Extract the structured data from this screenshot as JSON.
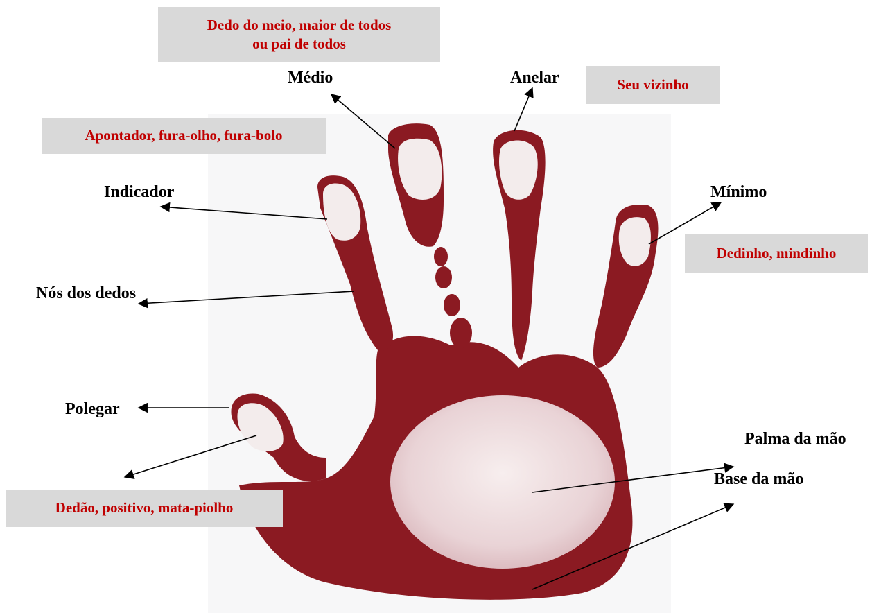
{
  "labels": {
    "medio": "Médio",
    "anelar": "Anelar",
    "indicador": "Indicador",
    "minimo": "Mínimo",
    "nos_dos_dedos": "Nós dos dedos",
    "polegar": "Polegar",
    "palma_da_mao": "Palma da mão",
    "base_da_mao": "Base da mão"
  },
  "nicknames": {
    "medio_line1": "Dedo do meio, maior de todos",
    "medio_line2": "ou pai de todos",
    "anelar": "Seu vizinho",
    "indicador": "Apontador, fura-olho, fura-bolo",
    "minimo": "Dedinho, mindinho",
    "polegar": "Dedão, positivo, mata-piolho"
  },
  "colors": {
    "paint": "#8b1a22",
    "paint_dark": "#6e1019",
    "highlight": "#f3ecec",
    "nickname_text": "#c00000",
    "box_bg": "#d9d9d9"
  }
}
